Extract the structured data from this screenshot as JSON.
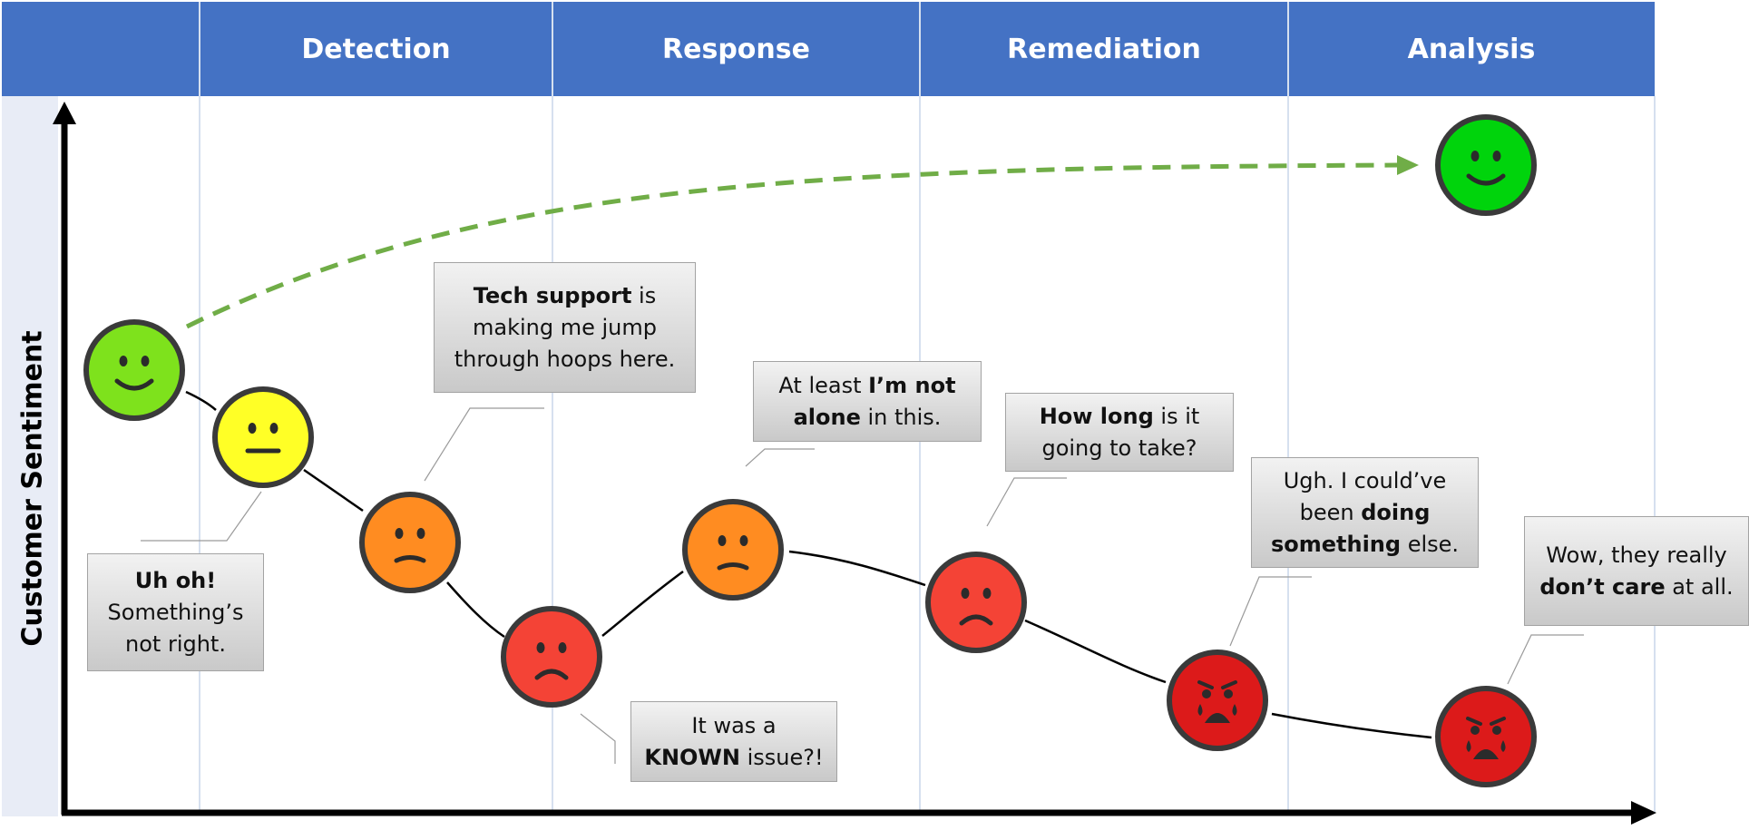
{
  "phases": [
    "Detection",
    "Response",
    "Remediation",
    "Analysis"
  ],
  "y_axis": {
    "label": "Customer Sentiment"
  },
  "colors": {
    "header_bg": "#4472c4",
    "column_line": "#d6e0ef",
    "label_band": "#e8ecf6",
    "trend_arrow": "#70ad47",
    "face_outline": "#3a3a3a"
  },
  "faces": [
    {
      "phase": "Detection",
      "mood": "happy",
      "icon": "happy-face-icon",
      "color": "#7ee21c"
    },
    {
      "phase": "Detection",
      "mood": "neutral",
      "icon": "neutral-face-icon",
      "color": "#ffff26"
    },
    {
      "phase": "Detection",
      "mood": "slightly-sad",
      "icon": "slightly-sad-face-icon",
      "color": "#ff8c21"
    },
    {
      "phase": "Response",
      "mood": "sad",
      "icon": "sad-face-icon",
      "color": "#f44336"
    },
    {
      "phase": "Response",
      "mood": "slightly-sad",
      "icon": "slightly-sad-face-icon",
      "color": "#ff8c21"
    },
    {
      "phase": "Remediation",
      "mood": "sad",
      "icon": "sad-face-icon",
      "color": "#f44336"
    },
    {
      "phase": "Remediation",
      "mood": "crying",
      "icon": "crying-face-icon",
      "color": "#dc1a1a"
    },
    {
      "phase": "Analysis",
      "mood": "crying",
      "icon": "crying-face-icon",
      "color": "#dc1a1a"
    },
    {
      "phase": "Analysis",
      "mood": "happy",
      "icon": "happy-face-icon",
      "color": "#00d40c"
    }
  ],
  "callouts": [
    {
      "lines": [
        [
          {
            "t": "Uh oh!",
            "b": true
          }
        ],
        [
          {
            "t": "Something’s",
            "b": false
          }
        ],
        [
          {
            "t": "not right.",
            "b": false
          }
        ]
      ]
    },
    {
      "lines": [
        [
          {
            "t": "Tech support",
            "b": true
          },
          {
            "t": " is",
            "b": false
          }
        ],
        [
          {
            "t": "making me jump",
            "b": false
          }
        ],
        [
          {
            "t": "through hoops here.",
            "b": false
          }
        ]
      ]
    },
    {
      "lines": [
        [
          {
            "t": "It was a",
            "b": false
          }
        ],
        [
          {
            "t": "KNOWN",
            "b": true
          },
          {
            "t": " issue?!",
            "b": false
          }
        ]
      ]
    },
    {
      "lines": [
        [
          {
            "t": "At least ",
            "b": false
          },
          {
            "t": "I’m not",
            "b": true
          }
        ],
        [
          {
            "t": "alone",
            "b": true
          },
          {
            "t": " in this.",
            "b": false
          }
        ]
      ]
    },
    {
      "lines": [
        [
          {
            "t": "How long",
            "b": true
          },
          {
            "t": " is it",
            "b": false
          }
        ],
        [
          {
            "t": "going to take?",
            "b": false
          }
        ]
      ]
    },
    {
      "lines": [
        [
          {
            "t": "Ugh. I could’ve",
            "b": false
          }
        ],
        [
          {
            "t": "been ",
            "b": false
          },
          {
            "t": "doing",
            "b": true
          }
        ],
        [
          {
            "t": "something",
            "b": true
          },
          {
            "t": " else.",
            "b": false
          }
        ]
      ]
    },
    {
      "lines": [
        [
          {
            "t": "Wow, they really",
            "b": false
          }
        ],
        [
          {
            "t": "don’t care",
            "b": true
          },
          {
            "t": " at all.",
            "b": false
          }
        ]
      ]
    }
  ]
}
